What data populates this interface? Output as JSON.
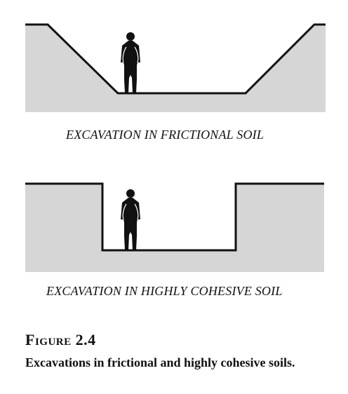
{
  "colors": {
    "soil": "#d6d6d6",
    "outline": "#111111",
    "text": "#111111"
  },
  "diagrams": {
    "frictional": {
      "label": "EXCAVATION IN FRICTIONAL SOIL"
    },
    "cohesive": {
      "label": "EXCAVATION IN HIGHLY COHESIVE SOIL"
    }
  },
  "figure": {
    "number": "Figure 2.4",
    "caption": "Excavations in frictional and highly cohesive soils."
  }
}
